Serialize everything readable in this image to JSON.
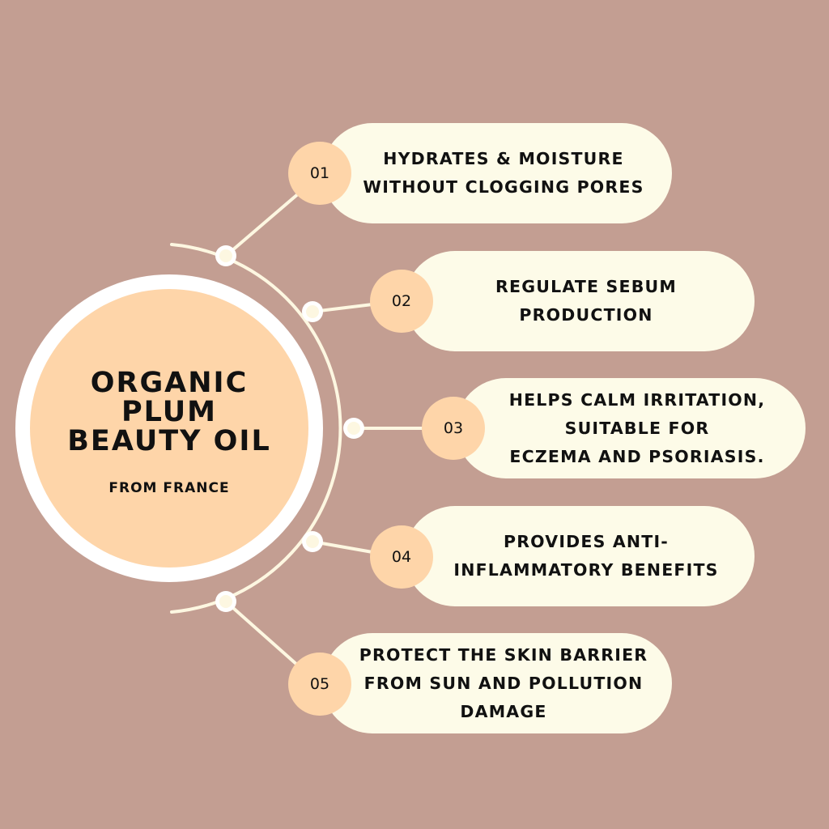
{
  "colors": {
    "background": "#c39e92",
    "hub_ring": "#ffffff",
    "hub_fill": "#fed5a9",
    "pill_fill": "#fdfbe8",
    "number_fill": "#fed5a9",
    "connector": "#fdf7e1",
    "text": "#111111"
  },
  "hub": {
    "title_lines": [
      "ORGANIC",
      "PLUM",
      "BEAUTY OIL"
    ],
    "subtitle": "FROM FRANCE"
  },
  "benefits": [
    {
      "number": "01",
      "lines": [
        "HYDRATES & MOISTURE",
        "WITHOUT CLOGGING PORES"
      ]
    },
    {
      "number": "02",
      "lines": [
        "REGULATE SEBUM",
        "PRODUCTION"
      ]
    },
    {
      "number": "03",
      "lines": [
        "HELPS CALM IRRITATION,",
        "SUITABLE FOR",
        "ECZEMA AND PSORIASIS."
      ]
    },
    {
      "number": "04",
      "lines": [
        "PROVIDES ANTI-",
        "INFLAMMATORY BENEFITS"
      ]
    },
    {
      "number": "05",
      "lines": [
        "PROTECT THE SKIN BARRIER",
        "FROM SUN AND POLLUTION",
        "DAMAGE"
      ]
    }
  ]
}
